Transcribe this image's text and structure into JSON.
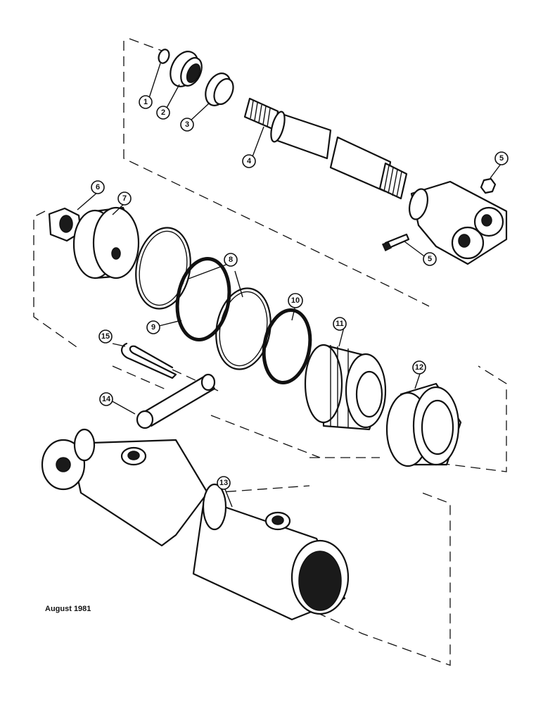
{
  "date_label": "August 1981",
  "callouts": [
    {
      "n": "1"
    },
    {
      "n": "2"
    },
    {
      "n": "3"
    },
    {
      "n": "4"
    },
    {
      "n": "5"
    },
    {
      "n": "5"
    },
    {
      "n": "6"
    },
    {
      "n": "7"
    },
    {
      "n": "8"
    },
    {
      "n": "9"
    },
    {
      "n": "10"
    },
    {
      "n": "11"
    },
    {
      "n": "12"
    },
    {
      "n": "13"
    },
    {
      "n": "14"
    },
    {
      "n": "15"
    }
  ]
}
